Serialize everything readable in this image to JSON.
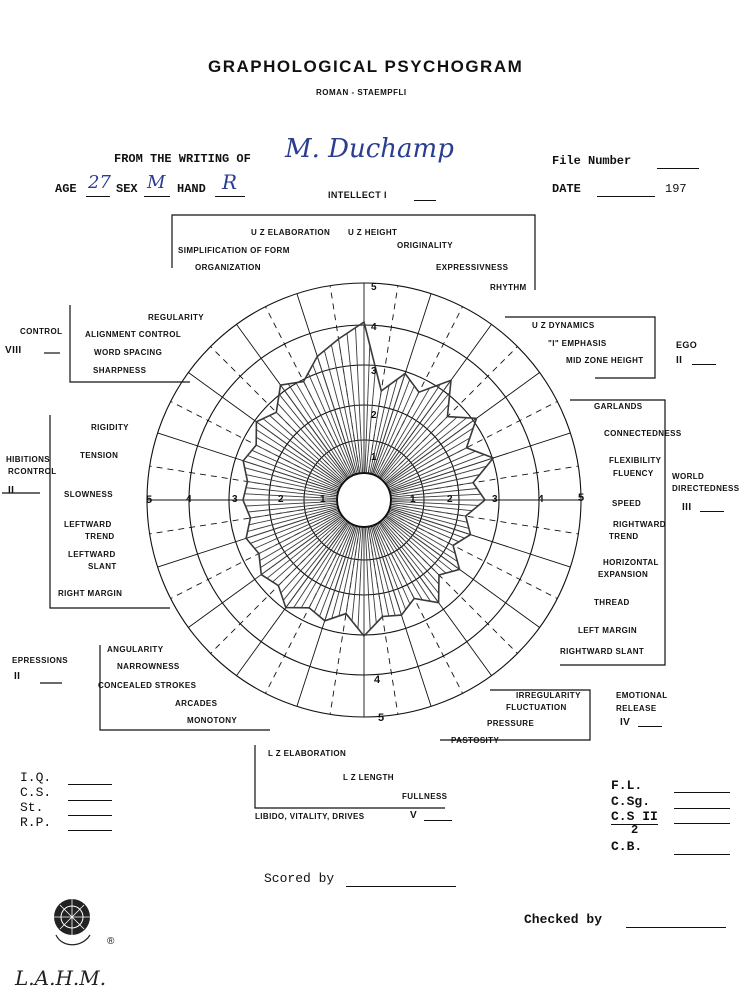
{
  "header": {
    "title": "GRAPHOLOGICAL PSYCHOGRAM",
    "subtitle": "ROMAN - STAEMPFLI",
    "from_label": "FROM THE WRITING OF",
    "writer_name": "M. Duchamp",
    "file_number_label": "File Number",
    "age_label": "AGE",
    "age_value": "27",
    "sex_label": "SEX",
    "sex_value": "M",
    "hand_label": "HAND",
    "hand_value": "R",
    "date_label": "DATE",
    "date_year": "197"
  },
  "sections": {
    "intellect": "INTELLECT I",
    "ego": "EGO",
    "ego_num": "II",
    "world_directedness_1": "WORLD",
    "world_directedness_2": "DIRECTEDNESS",
    "world_num": "III",
    "emotional_release_1": "EMOTIONAL",
    "emotional_release_2": "RELEASE",
    "emotional_num": "IV",
    "libido": "LIBIDO, VITALITY, DRIVES",
    "libido_num": "V",
    "repressions": "EPRESSIONS",
    "repressions_num": "II",
    "inhibitions_1": "HIBITIONS",
    "inhibitions_2": "RCONTROL",
    "inhibitions_num": "II",
    "control": "CONTROL",
    "control_num": "VIII"
  },
  "traits": {
    "uz_elaboration": "U Z ELABORATION",
    "uz_height": "U Z HEIGHT",
    "simplification": "SIMPLIFICATION OF FORM",
    "originality": "ORIGINALITY",
    "organization": "ORGANIZATION",
    "expressivness": "EXPRESSIVNESS",
    "rhythm": "RHYTHM",
    "uz_dynamics": "U Z DYNAMICS",
    "i_emphasis": "\"I\" EMPHASIS",
    "mid_zone_height": "MID ZONE HEIGHT",
    "garlands": "GARLANDS",
    "connectedness": "CONNECTEDNESS",
    "flexibility": "FLEXIBILITY",
    "fluency": "FLUENCY",
    "speed": "SPEED",
    "rightward_trend_1": "RIGHTWARD",
    "rightward_trend_2": "TREND",
    "horizontal_1": "HORIZONTAL",
    "horizontal_2": "EXPANSION",
    "thread": "THREAD",
    "left_margin": "LEFT MARGIN",
    "rightward_slant": "RIGHTWARD SLANT",
    "irregularity": "IRREGULARITY",
    "fluctuation": "FLUCTUATION",
    "pressure": "PRESSURE",
    "pastosity": "PASTOSITY",
    "lz_elaboration": "L Z ELABORATION",
    "lz_length": "L Z LENGTH",
    "fullness": "FULLNESS",
    "angularity": "ANGULARITY",
    "narrowness": "NARROWNESS",
    "concealed": "CONCEALED STROKES",
    "arcades": "ARCADES",
    "monotony": "MONOTONY",
    "right_margin": "RIGHT MARGIN",
    "leftward_slant_1": "LEFTWARD",
    "leftward_slant_2": "SLANT",
    "leftward_trend_1": "LEFTWARD",
    "leftward_trend_2": "TREND",
    "slowness": "SLOWNESS",
    "tension": "TENSION",
    "rigidity": "RIGIDITY",
    "sharpness": "SHARPNESS",
    "word_spacing": "WORD SPACING",
    "alignment_control": "ALIGNMENT CONTROL",
    "regularity": "REGULARITY"
  },
  "scale": {
    "top": [
      "5",
      "4",
      "3",
      "2",
      "1"
    ],
    "right": [
      "1",
      "2",
      "3",
      "4",
      "5"
    ],
    "left": [
      "5",
      "4",
      "3",
      "2",
      "1"
    ],
    "bottom": [
      "4",
      "5"
    ]
  },
  "bottom": {
    "iq": "I.Q.",
    "cs": "C.S.",
    "st": "St.",
    "rp": "R.P.",
    "fl": "F.L.",
    "csg": "C.Sg.",
    "cs2": "C.S II",
    "two": "2",
    "cb": "C.B.",
    "scored_by": "Scored by",
    "checked_by": "Checked by",
    "registered": "®",
    "signature": "L.A.H.M."
  }
}
